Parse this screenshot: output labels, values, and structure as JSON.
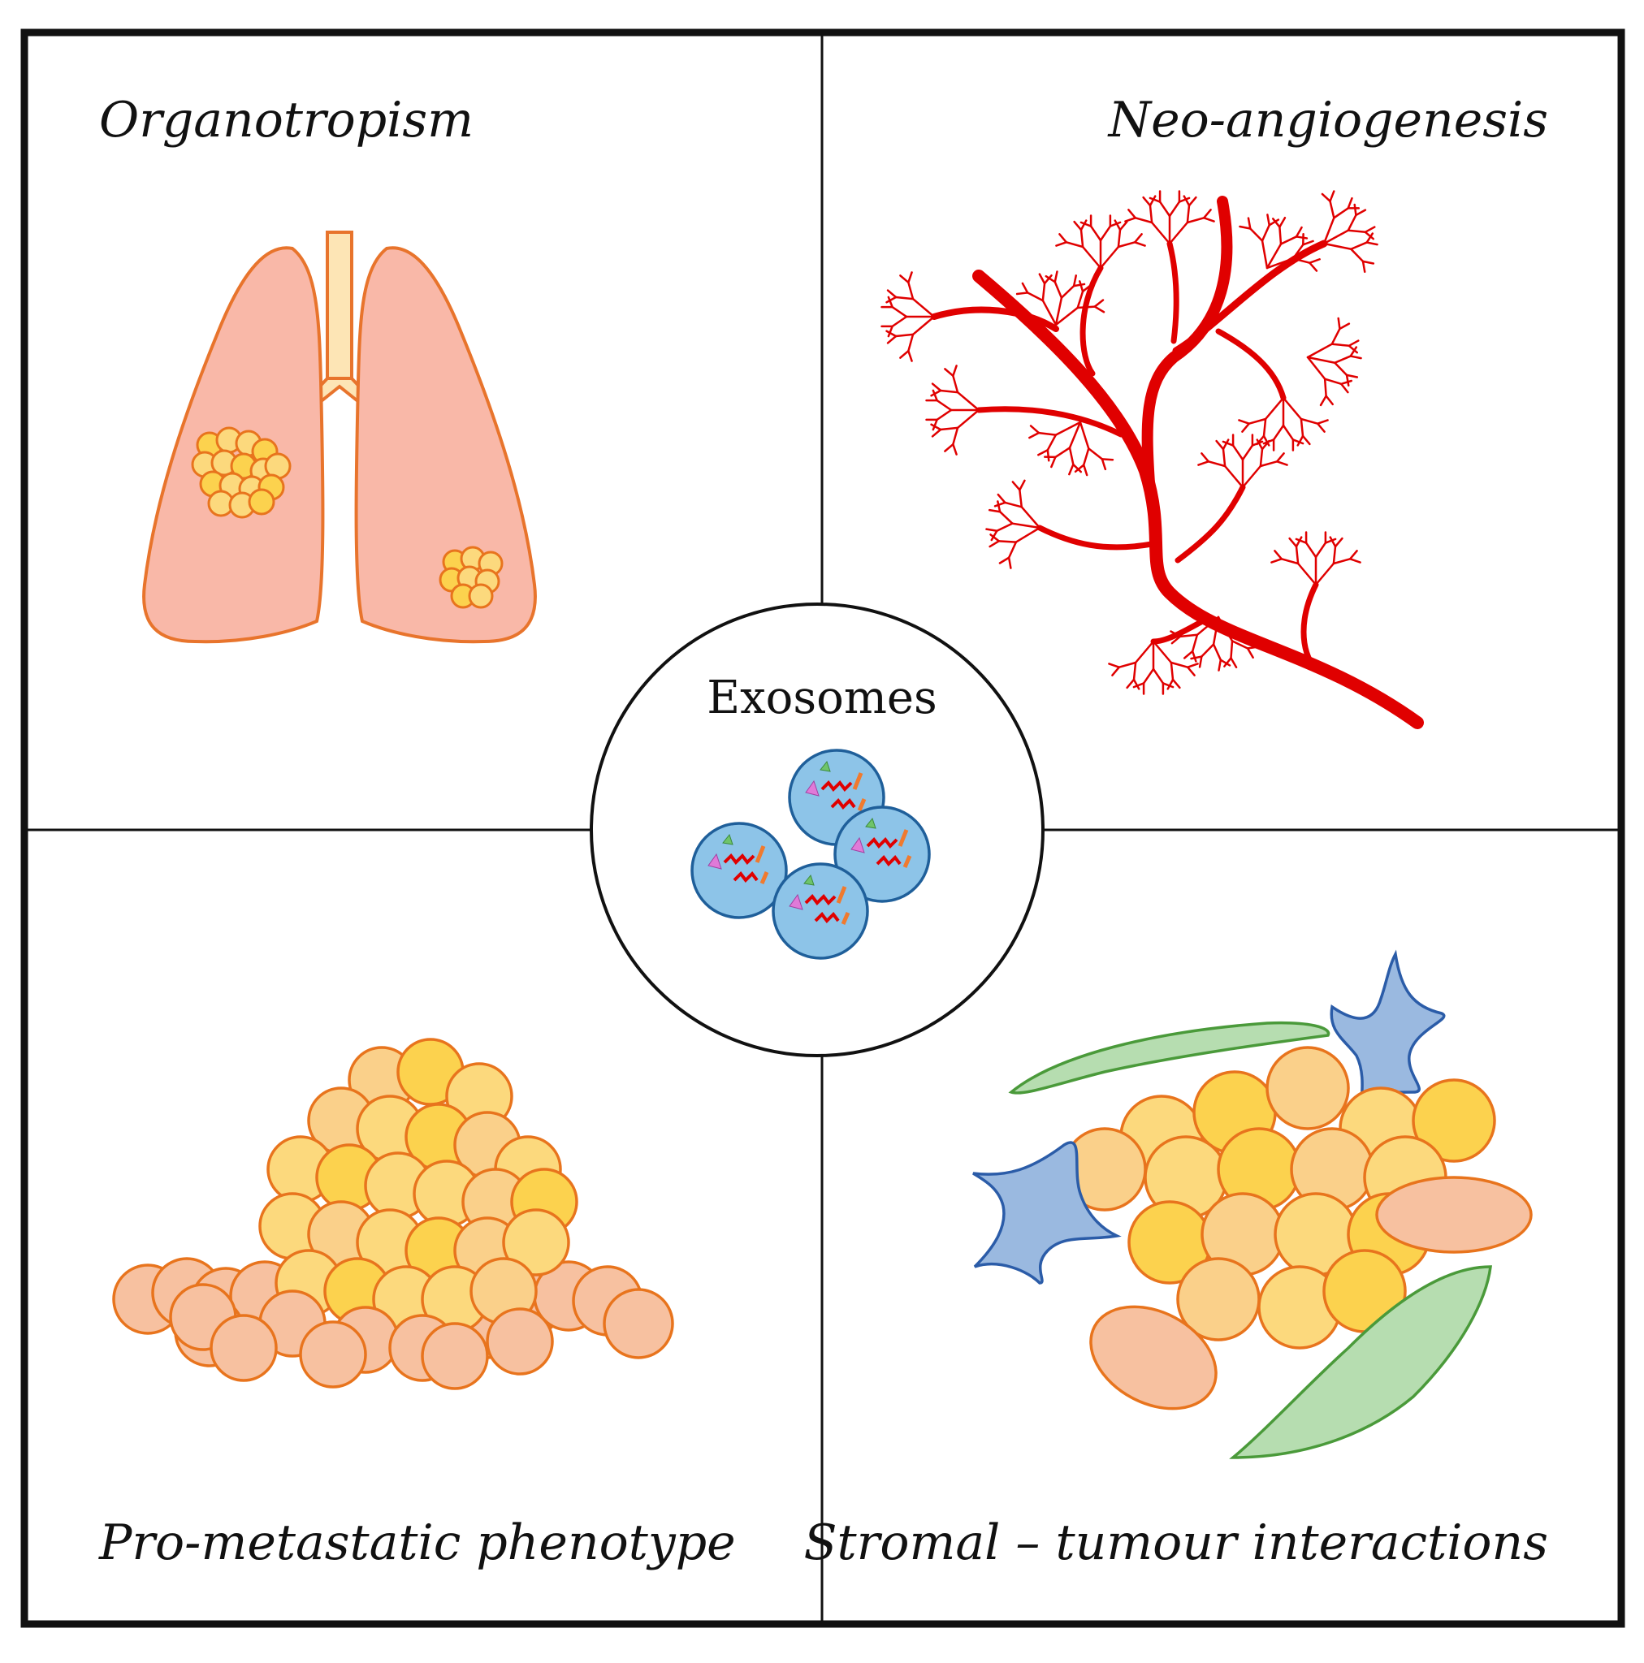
{
  "center": {
    "label": "Exosomes"
  },
  "quadrants": {
    "top_left": {
      "label": "Organotropism"
    },
    "top_right": {
      "label": "Neo-angiogenesis"
    },
    "bottom_left": {
      "label": "Pro-metastatic phenotype"
    },
    "bottom_right": {
      "label": "Stromal – tumour interactions"
    }
  },
  "colors": {
    "frame": "#111111",
    "lung_fill": "#f9b8a8",
    "lung_stroke": "#e8742c",
    "trachea_fill": "#fde5b5",
    "tumour_cell": "#fcd97d",
    "tumour_cell_dark": "#fcd24e",
    "cell_stroke": "#e8741d",
    "peach_cell": "#f7c1a0",
    "vessel": "#e00000",
    "exosome_fill": "#8dc4e8",
    "exosome_stroke": "#1f5f9a",
    "stromal_green": "#b6ddb0",
    "stromal_green_stroke": "#4a9a3a",
    "stromal_blue": "#9ab9e0",
    "stromal_blue_stroke": "#2b5ca8"
  }
}
